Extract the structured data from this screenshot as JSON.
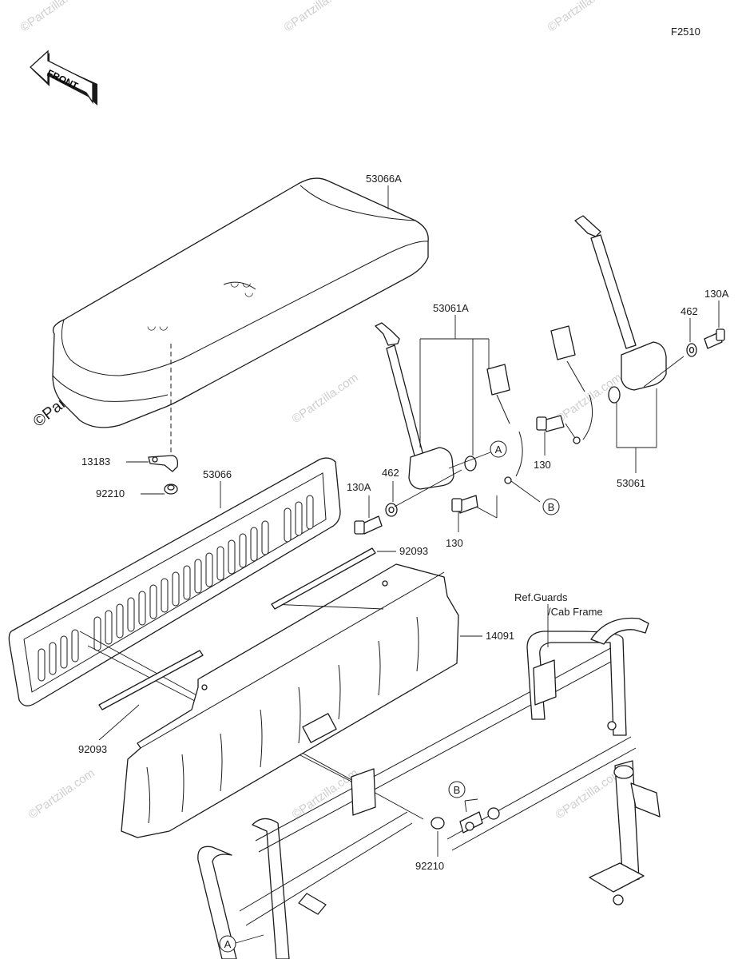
{
  "figure_code": "F2510",
  "front_arrow_label": "FRONT",
  "watermark_text": "©Partzilla.com",
  "reference_note": {
    "line1": "Ref.Guards",
    "line2": "/Cab Frame"
  },
  "callouts": {
    "p53066A": "53066A",
    "p53061A": "53061A",
    "p130A_right": "130A",
    "p462_right": "462",
    "p13183": "13183",
    "p53066": "53066",
    "p92210_left": "92210",
    "p462_mid": "462",
    "p130A_mid": "130A",
    "p130_mid": "130",
    "p130_right": "130",
    "p53061": "53061",
    "p92093_top": "92093",
    "p14091": "14091",
    "p92093_bottom": "92093",
    "p92210_bottom": "92210"
  },
  "reference_markers": {
    "a_top": "A",
    "b_top": "B",
    "b_bottom": "B",
    "a_bottom": "A"
  }
}
